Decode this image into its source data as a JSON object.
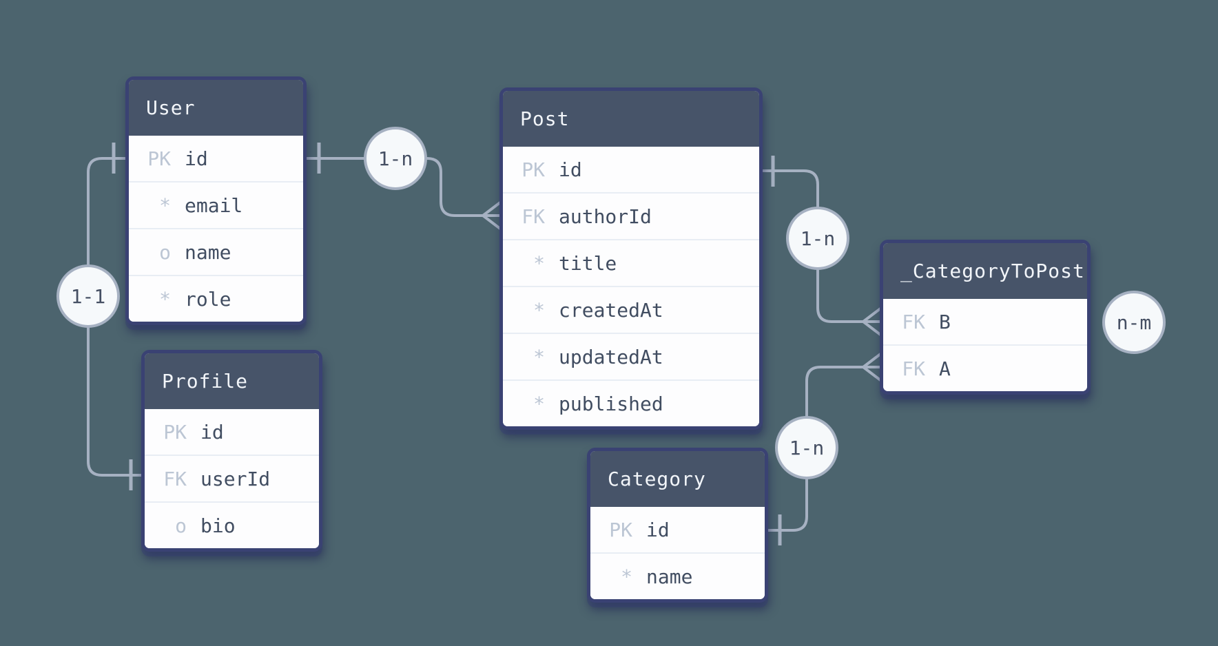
{
  "diagram": {
    "type": "entity-relationship-diagram",
    "background": "#4c646e"
  },
  "colors": {
    "background": "#4c646e",
    "header_bg": "#475469",
    "header_text": "#f2f5f9",
    "row_bg": "#fdfdfe",
    "row_divider": "#e8edf4",
    "field_text": "#414d61",
    "key_text": "#bcc6d4",
    "border": "#3a4273",
    "line": "#a6b1c2",
    "badge_bg": "#f6f9fb",
    "badge_text": "#454f63"
  },
  "entities": {
    "user": {
      "title": "User",
      "fields": [
        {
          "key": "PK",
          "name": "id"
        },
        {
          "key": "*",
          "name": "email"
        },
        {
          "key": "o",
          "name": "name"
        },
        {
          "key": "*",
          "name": "role"
        }
      ]
    },
    "profile": {
      "title": "Profile",
      "fields": [
        {
          "key": "PK",
          "name": "id"
        },
        {
          "key": "FK",
          "name": "userId"
        },
        {
          "key": "o",
          "name": "bio"
        }
      ]
    },
    "post": {
      "title": "Post",
      "fields": [
        {
          "key": "PK",
          "name": "id"
        },
        {
          "key": "FK",
          "name": "authorId"
        },
        {
          "key": "*",
          "name": "title"
        },
        {
          "key": "*",
          "name": "createdAt"
        },
        {
          "key": "*",
          "name": "updatedAt"
        },
        {
          "key": "*",
          "name": "published"
        }
      ]
    },
    "category": {
      "title": "Category",
      "fields": [
        {
          "key": "PK",
          "name": "id"
        },
        {
          "key": "*",
          "name": "name"
        }
      ]
    },
    "category_to_post": {
      "title": "_CategoryToPost",
      "fields": [
        {
          "key": "FK",
          "name": "B"
        },
        {
          "key": "FK",
          "name": "A"
        }
      ]
    }
  },
  "relationships": [
    {
      "label": "1-n",
      "between": "User.id to Post.authorId"
    },
    {
      "label": "1-1",
      "between": "User.id to Profile.userId"
    },
    {
      "label": "1-n",
      "between": "Post.id to _CategoryToPost.B"
    },
    {
      "label": "1-n",
      "between": "Category.id to _CategoryToPost.A"
    },
    {
      "label": "n-m",
      "between": "Category to Post"
    }
  ]
}
